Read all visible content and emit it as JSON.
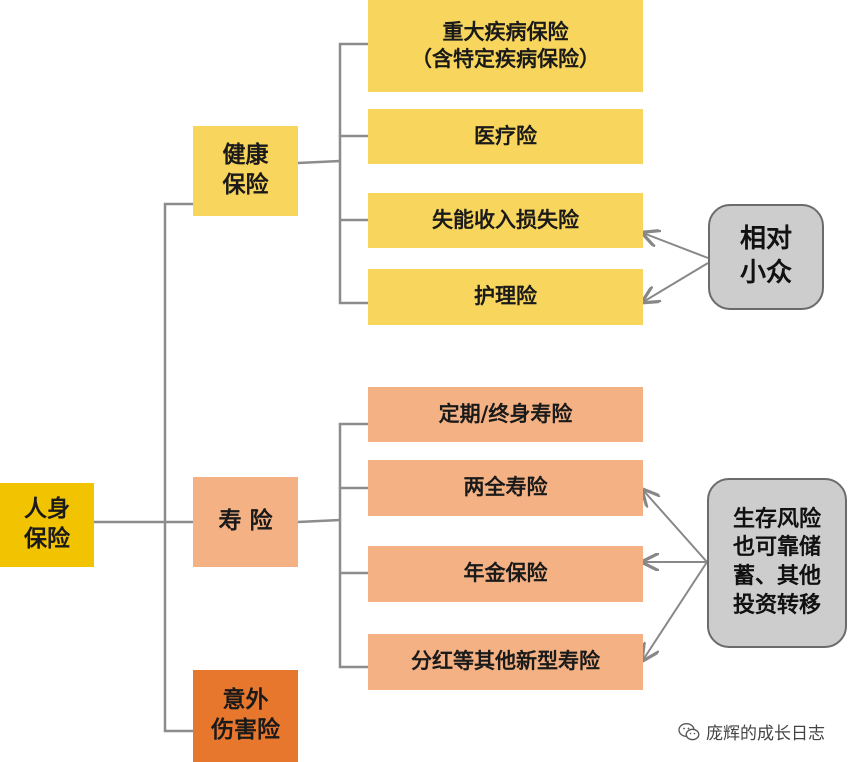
{
  "root": {
    "label": "人身\n保险",
    "color": "#f2c300"
  },
  "categories": {
    "health": {
      "label": "健康\n保险",
      "color": "#f8d55c"
    },
    "life": {
      "label": "寿 险",
      "color": "#f3b184"
    },
    "accident": {
      "label": "意外\n伤害险",
      "color": "#e8772e"
    }
  },
  "health_items": [
    {
      "label": "重大疾病保险\n（含特定疾病保险）"
    },
    {
      "label": "医疗险"
    },
    {
      "label": "失能收入损失险"
    },
    {
      "label": "护理险"
    }
  ],
  "life_items": [
    {
      "label": "定期/终身寿险"
    },
    {
      "label": "两全寿险"
    },
    {
      "label": "年金保险"
    },
    {
      "label": "分红等其他新型寿险"
    }
  ],
  "notes": {
    "niche": {
      "label": "相对\n小众"
    },
    "savings": {
      "label": "生存风险\n也可靠储\n蓄、其他\n投资转移"
    }
  },
  "watermark": {
    "text": "庞辉的成长日志",
    "icon": "wechat-icon"
  }
}
